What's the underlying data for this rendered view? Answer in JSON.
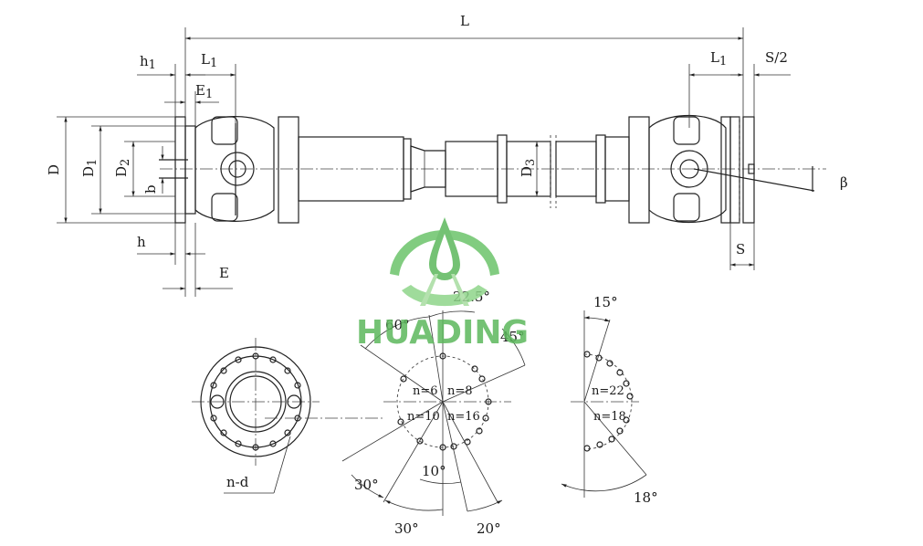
{
  "colors": {
    "line": "#222222",
    "logo_green": "#5cb85c",
    "logo_light": "#a8dca0"
  },
  "labels": {
    "L": "L",
    "L1_left": "L",
    "L1_left_sub": "1",
    "L1_right": "L",
    "L1_right_sub": "1",
    "h1": "h",
    "h1_sub": "1",
    "E1": "E",
    "E1_sub": "1",
    "S_half": "S/2",
    "D": "D",
    "D1": "D",
    "D1_sub": "1",
    "D2": "D",
    "D2_sub": "2",
    "D3": "D",
    "D3_sub": "3",
    "b": "b",
    "h": "h",
    "E": "E",
    "S": "S",
    "beta": "β",
    "nd": "n-d"
  },
  "hole_patterns": {
    "angles": {
      "a60": "60°",
      "a22_5": "22.5°",
      "a45": "45°",
      "a10": "10°",
      "a30_a": "30°",
      "a30_b": "30°",
      "a20": "20°",
      "a15": "15°",
      "a18": "18°"
    },
    "counts": {
      "n6": "n=6",
      "n8": "n=8",
      "n10": "n=10",
      "n16": "n=16",
      "n22": "n=22",
      "n18": "n=18"
    }
  },
  "logo": {
    "icon": "water-drop-logo-icon",
    "text": "HUADING"
  }
}
